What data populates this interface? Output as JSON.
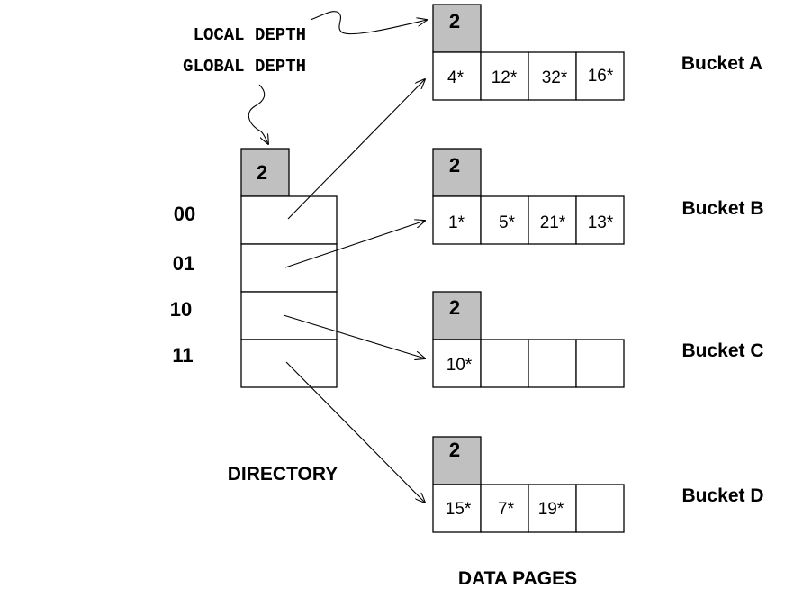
{
  "labels": {
    "local_depth": "LOCAL DEPTH",
    "global_depth": "GLOBAL DEPTH",
    "directory": "DIRECTORY",
    "data_pages": "DATA PAGES"
  },
  "directory": {
    "global_depth": "2",
    "keys": [
      "00",
      "01",
      "10",
      "11"
    ]
  },
  "buckets": [
    {
      "name": "Bucket A",
      "local_depth": "2",
      "entries": [
        "4*",
        "12*",
        "32*",
        "16*"
      ]
    },
    {
      "name": "Bucket B",
      "local_depth": "2",
      "entries": [
        "1*",
        "5*",
        "21*",
        "13*"
      ]
    },
    {
      "name": "Bucket C",
      "local_depth": "2",
      "entries": [
        "10*",
        "",
        "",
        ""
      ]
    },
    {
      "name": "Bucket D",
      "local_depth": "2",
      "entries": [
        "15*",
        "7*",
        "19*",
        ""
      ]
    }
  ]
}
